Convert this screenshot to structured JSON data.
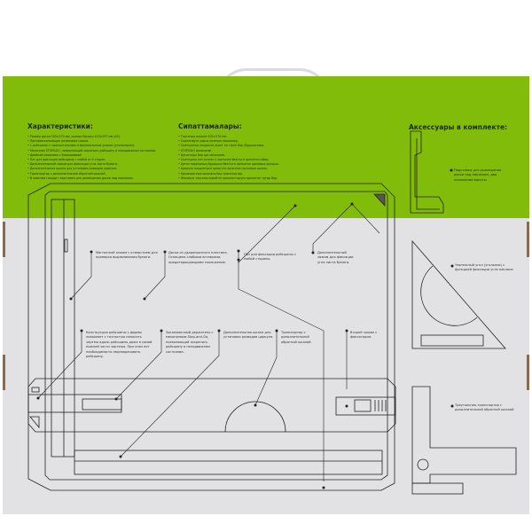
{
  "features_ru": {
    "title": "Характеристики:",
    "items": [
      "Размер доски 505×370 мм, размер бумаги 420×297 мм (А3).",
      "Противоскользящие резиновые ножки.",
      "L-рейсшина с горизонтальным и вертикальным упором (угольником).",
      "Механизм STOP&GO, позволяющий закрепить рейсшину в неподвижном состоянии.",
      "Двойной механизм с блокировкой.",
      "Паз для фиксации рейсшины с любой из 4 сторон.",
      "Дополнительный зажим для фиксации угла листа бумаги.",
      "Дополнительная шкала для установки разводов циркуля.",
      "Транспортир с дополнительной обратной шкалой.",
      "В комплект входит подставка для размещения доски под наклоном."
    ]
  },
  "features_kz": {
    "title": "Сипаттамалары:",
    "items": [
      "Тақтаның өлшемі 505×370 мм.",
      "Сырғанауға қарсы резеңке аяқшалар.",
      "Сызғыштың көлденең және тік тірегі бар (бұрыштама).",
      "STOP&GO механизмі.",
      "Бұғаттауы бар қос механизм.",
      "Сызғышты кез келген 4 жағынан бекітуге арналған ойық.",
      "Қағаз парағының бұрышын бекітуге арналған қосымша қысқыш.",
      "Циркуль ажыратуын орнатуға арналған қосымша шкала.",
      "Қосымша кері шкаласы бар транспортир.",
      "Жинақта тақтаны еңкейтіп орналастыруға арналған тұғыр бар."
    ]
  },
  "accessories": {
    "title": "Аксессуары в комплекте:",
    "items": [
      "Подставки для размещения доски под наклоном, два положения высоты",
      "Чертежный угол (угольник) с функцией фиксации угла наклона",
      "Треугольник-транспортир с дополнительной обратной шкалой"
    ]
  },
  "callouts": [
    "Магнитный зажим с отверстием для проверки выравнивания бумаги.",
    "Доска из ударопрочного пластика. Оснащена слабыми вставками, предотвращающими скольжение.",
    "Паз для фиксации рейсшины с любой стороны.",
    "Дополнительный зажим для фиксации угла листа бумаги.",
    "Конструкция рейсшины L-формы позволяет с точностью наносить чертеж вдоль рейсшины даже в самой нижней части чертежа. При этом нет необходимости переворачивать рейсшину.",
    "Эргономичный держатель с механизмом Stop-and-Go, позволяющий закрепить рейсшину в неподвижном состоянии.",
    "Дополнительная шкала для установки разводов циркуля.",
    "Транспортир с дополнительной обратной шкалой.",
    "Второй зажим с фиксатором."
  ],
  "colors": {
    "green": "#82bc0b",
    "grey": "#e2e1e4",
    "line": "#222222"
  }
}
